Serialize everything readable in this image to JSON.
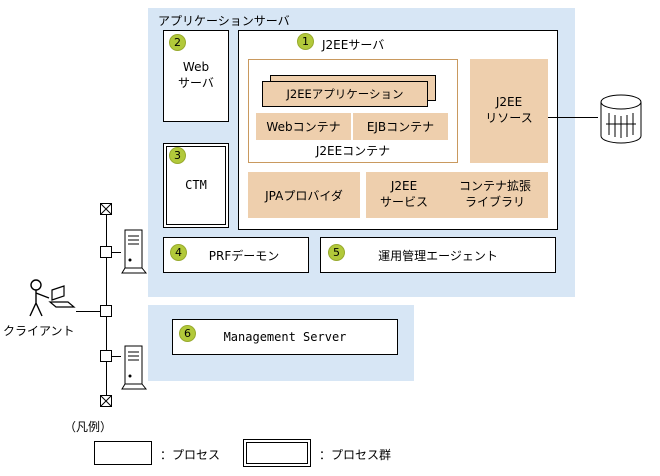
{
  "colors": {
    "blue_fill": "#d7e6f5",
    "tan_fill": "#eecfad",
    "orange_border": "#c9995f",
    "badge_fill": "#b2c93a"
  },
  "app_server": {
    "title": "アプリケーションサーバ",
    "web_server": {
      "badge": "2",
      "label": "Web\nサーバ"
    },
    "j2ee_server": {
      "badge": "1",
      "title": "J2EEサーバ",
      "application": "J2EEアプリケーション",
      "web_container": "Webコンテナ",
      "ejb_container": "EJBコンテナ",
      "container_label": "J2EEコンテナ",
      "jpa_provider": "JPAプロバイダ",
      "service": "J2EE\nサービス",
      "container_extension": "コンテナ拡張\nライブラリ",
      "resource": "J2EE\nリソース"
    },
    "ctm": {
      "badge": "3",
      "label": "CTM"
    },
    "prf_daemon": {
      "badge": "4",
      "label": "PRFデーモン"
    },
    "management_agent": {
      "badge": "5",
      "label": "運用管理エージェント"
    }
  },
  "management_server": {
    "badge": "6",
    "label": "Management Server"
  },
  "client": {
    "label": "クライアント"
  },
  "legend": {
    "title": "（凡例）",
    "process": "：プロセス",
    "process_group": "：プロセス群"
  }
}
